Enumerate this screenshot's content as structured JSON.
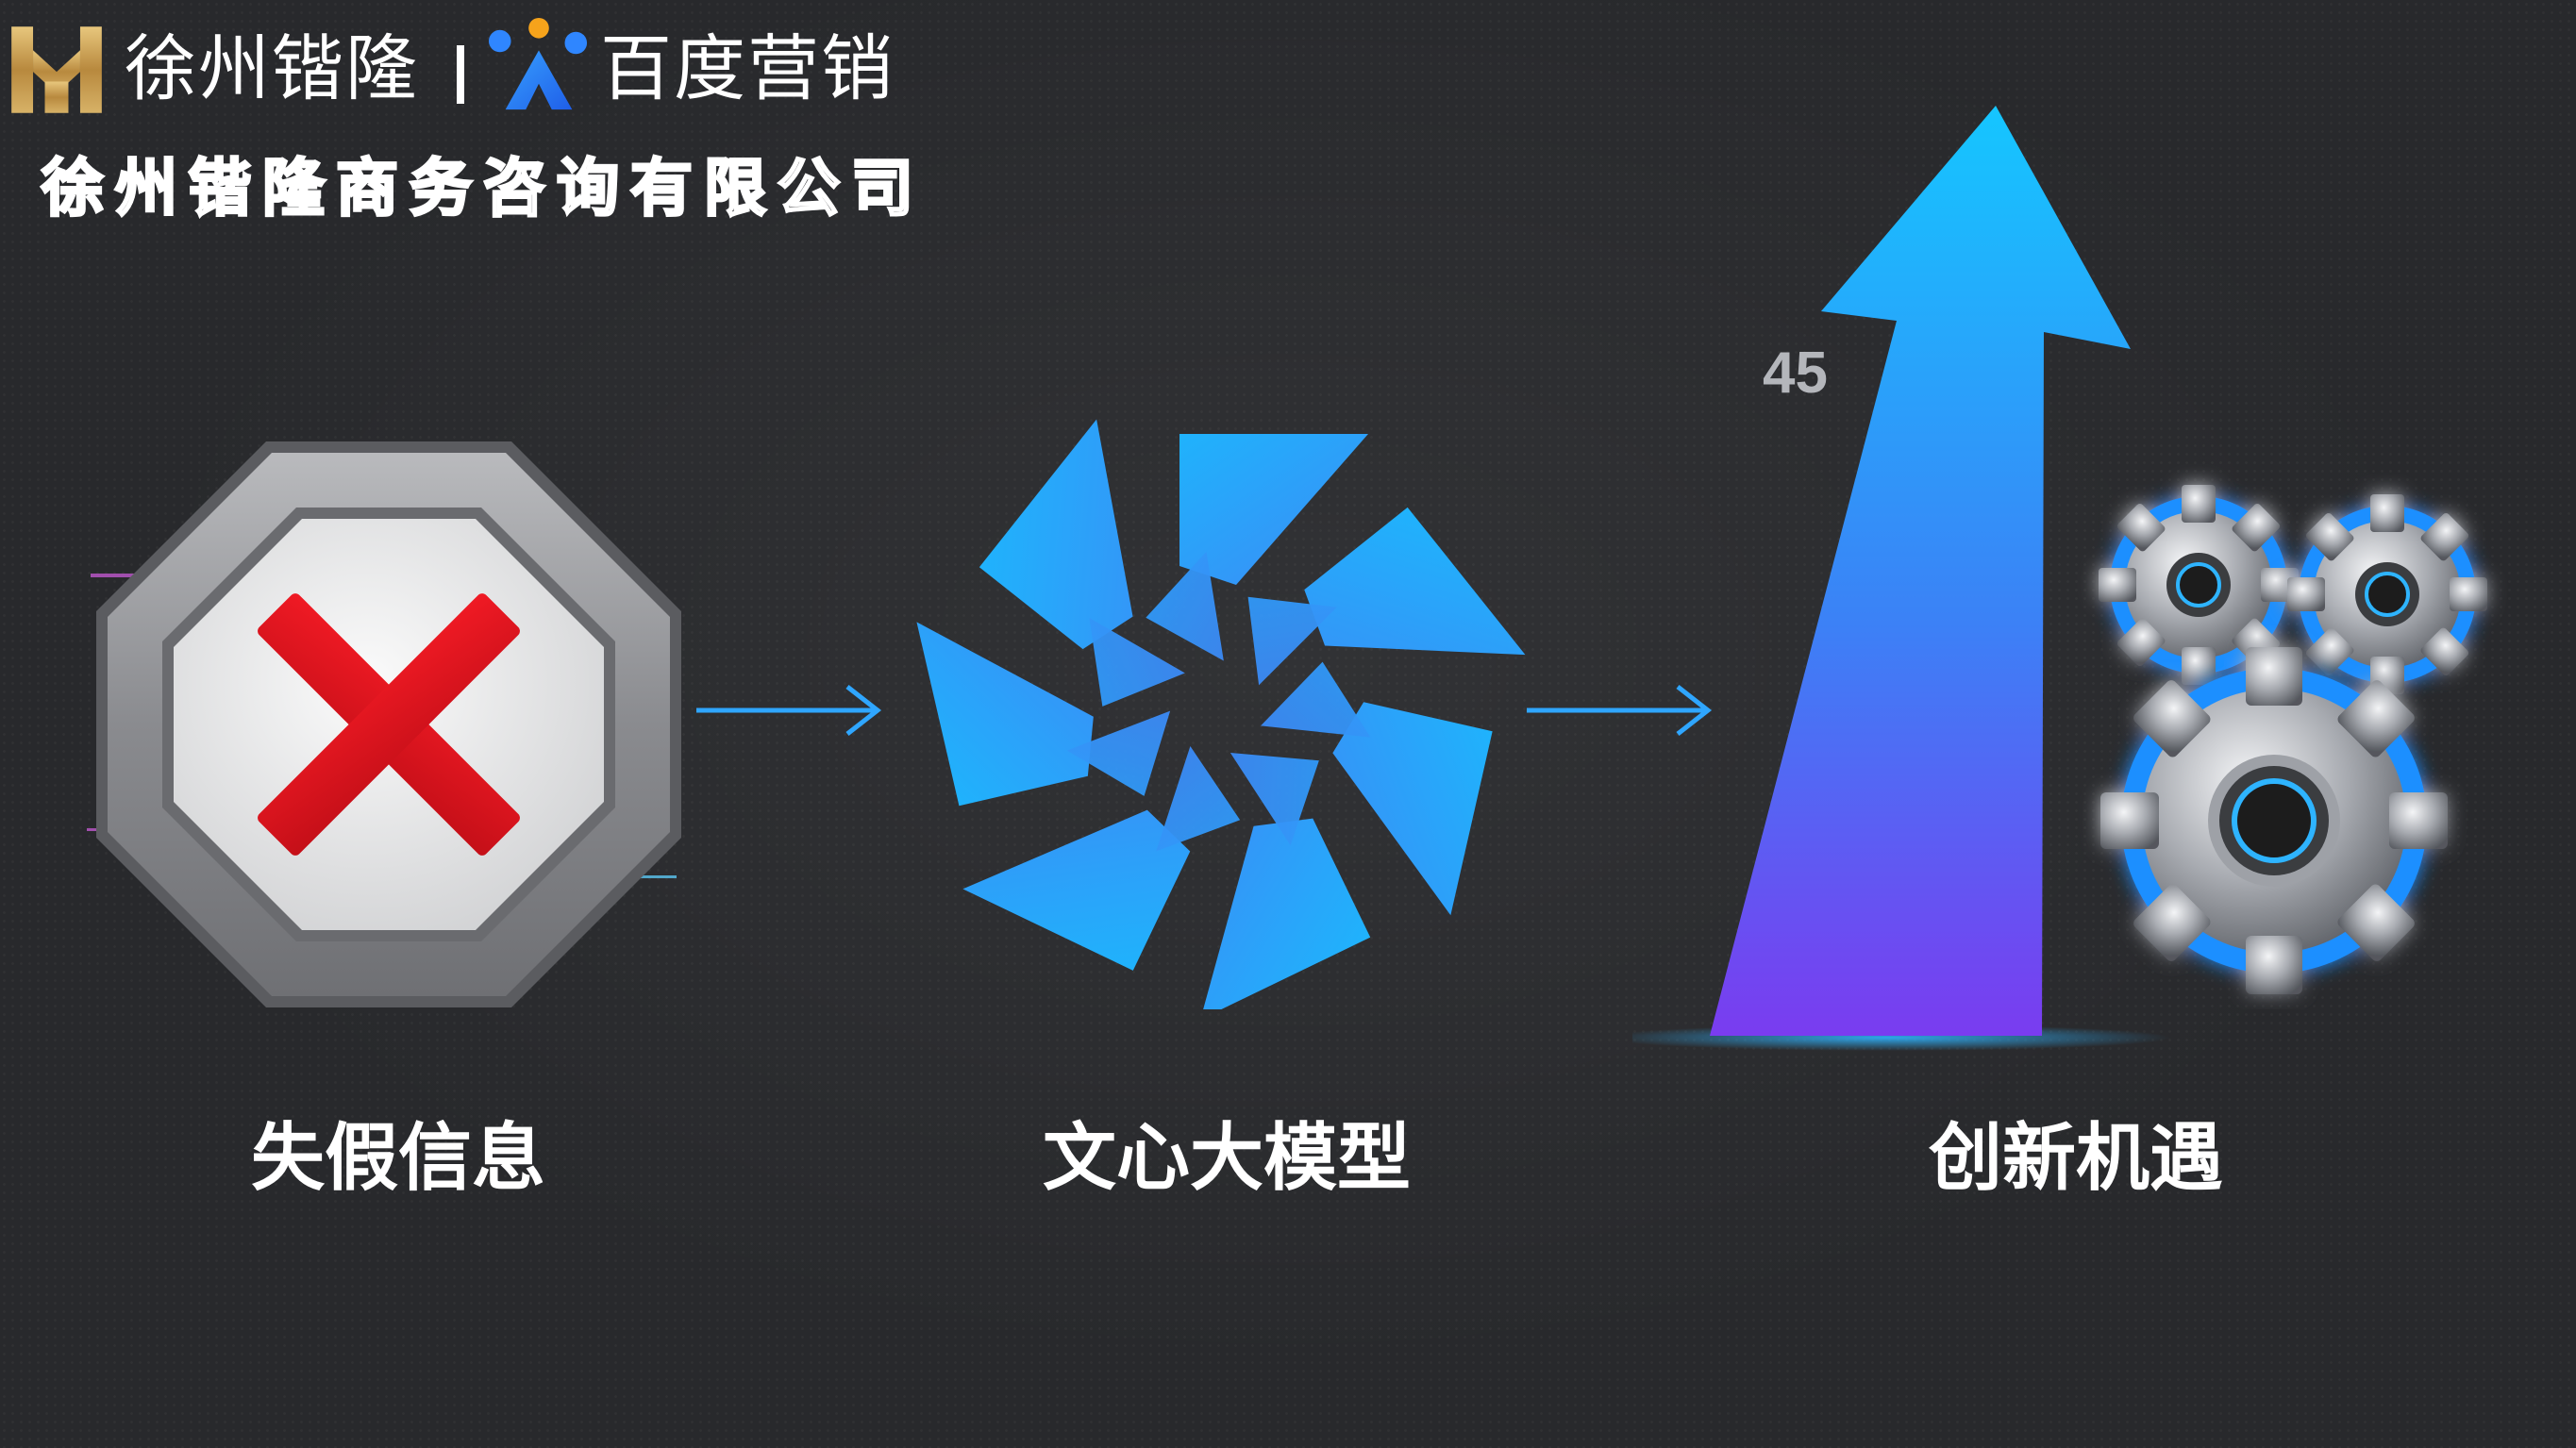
{
  "header": {
    "brand_name": "徐州锴隆",
    "partner_name": "百度营销",
    "company_name": "徐州锴隆商务咨询有限公司"
  },
  "growth": {
    "value": "45"
  },
  "steps": [
    {
      "label": "失假信息",
      "icon": "stop-x-icon"
    },
    {
      "label": "文心大模型",
      "icon": "wenxin-logo-icon"
    },
    {
      "label": "创新机遇",
      "icon": "growth-arrow-gears-icon"
    }
  ],
  "colors": {
    "background": "#28292c",
    "stop_red": "#e0141e",
    "accent_cyan": "#12c4ff",
    "accent_blue": "#3f86f5",
    "accent_purple": "#8b3cf0",
    "gold": "#c9a35a"
  }
}
